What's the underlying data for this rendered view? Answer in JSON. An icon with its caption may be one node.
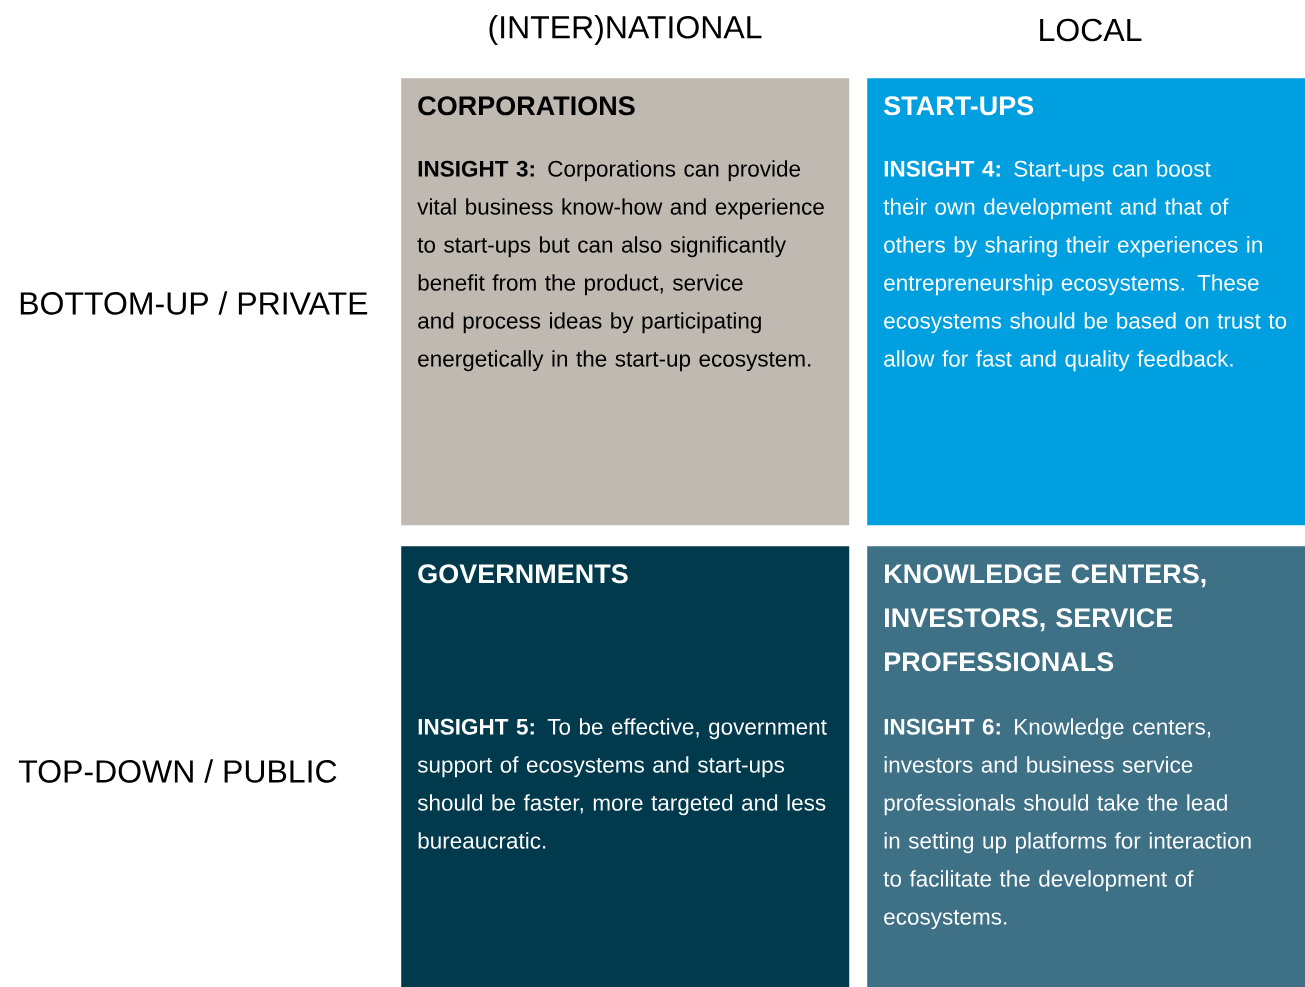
{
  "diagram": {
    "nodes": [
      {
        "text": [
          "CORPORATIONS",
          "**INSIGHT 3:** Corporations can provide vital business know-how and experience to start-ups but can also significantly benefit from the product, service and process ideas by participating energetically in the start-up ecosystem."
        ]
      },
      {
        "text": [
          "START-UPS",
          "**INSIGHT 4:** Start-ups can boost their own development and that of others by sharing their experiences in entrepreneurship ecosystems. These ecosystems should be based on trust to allow for fast and quality feedback."
        ]
      },
      {
        "text": [
          "GOVERNMENTS",
          "**INSIGHT 5:** To be effective, government support of ecosystems and start-ups should be faster, more targeted and less bureaucratic."
        ]
      },
      {
        "text": [
          "KNOWLEDGE CENTERS, INVESTORS, SERVICE PROFESSIONALS",
          "**INSIGHT 6:** Knowledge centers, investors and business service professionals should take the lead in setting up platforms for interaction to facilitate the development of ecosystems."
        ]
      }
    ],
    "labels": [
      "(INTER)NATIONAL",
      "LOCAL",
      "BOTTOM-UP / PRIVATE",
      "TOP-DOWN / PUBLIC"
    ]
  }
}
